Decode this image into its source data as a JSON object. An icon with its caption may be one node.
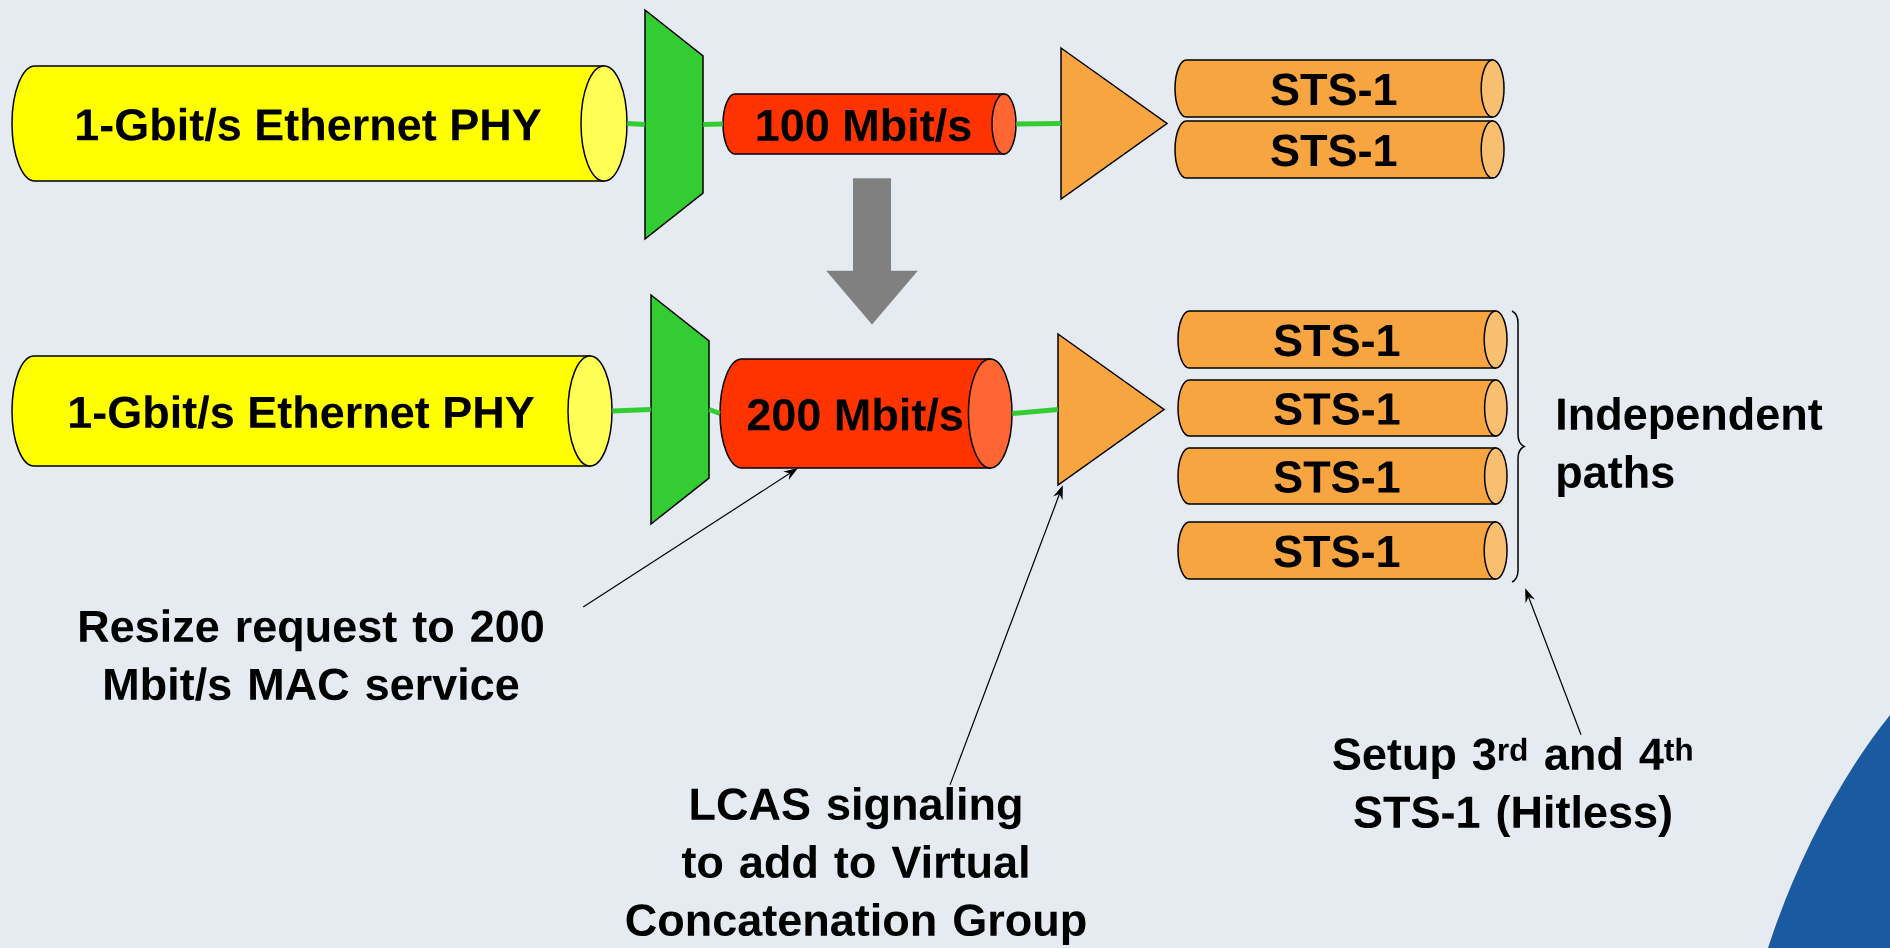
{
  "diagram": {
    "nodes": [
      {
        "text": [
          "1-Gbit/s Ethernet PHY"
        ]
      },
      {
        "text": [],
        "shape": "trapezoid"
      },
      {
        "text": [
          "100 Mbit/s"
        ]
      },
      {
        "text": [],
        "shape": "triangle"
      },
      {
        "text": [
          "STS-1"
        ]
      },
      {
        "text": [
          "STS-1"
        ]
      },
      {
        "text": [
          "1-Gbit/s Ethernet PHY"
        ]
      },
      {
        "text": [],
        "shape": "trapezoid"
      },
      {
        "text": [
          "200 Mbit/s"
        ]
      },
      {
        "text": [],
        "shape": "triangle"
      },
      {
        "text": [
          "STS-1"
        ]
      },
      {
        "text": [
          "STS-1"
        ]
      },
      {
        "text": [
          "STS-1"
        ]
      },
      {
        "text": [
          "STS-1"
        ]
      },
      {
        "text": [
          "Resize request to 200 Mbit/s MAC service"
        ]
      },
      {
        "text": [
          "LCAS signaling to add to Virtual Concatenation Group"
        ]
      },
      {
        "text": [
          "Setup 3$^{rd}$ and 4$^{th}$ STS-1 (Hitless)"
        ]
      }
    ],
    "edges": [
      {
        "from": 0,
        "to": 1,
        "arrow": "none"
      },
      {
        "from": 1,
        "to": 2,
        "arrow": "none"
      },
      {
        "from": 2,
        "to": 3,
        "arrow": "none"
      },
      {
        "from": 6,
        "to": 7,
        "arrow": "none"
      },
      {
        "from": 7,
        "to": 8,
        "arrow": "none"
      },
      {
        "from": 8,
        "to": 9,
        "arrow": "none"
      },
      {
        "from": 2,
        "to": 8,
        "arrow": "to",
        "style": "thick",
        "color": "#808080"
      },
      {
        "from": 14,
        "to": 8,
        "arrow": "to",
        "color": "#000000"
      },
      {
        "from": 15,
        "to": 9,
        "arrow": "to",
        "color": "#000000"
      },
      {
        "from": 16,
        "to": 13,
        "arrow": "to",
        "color": "#000000"
      }
    ],
    "labels": [
      "Independent paths"
    ]
  }
}
